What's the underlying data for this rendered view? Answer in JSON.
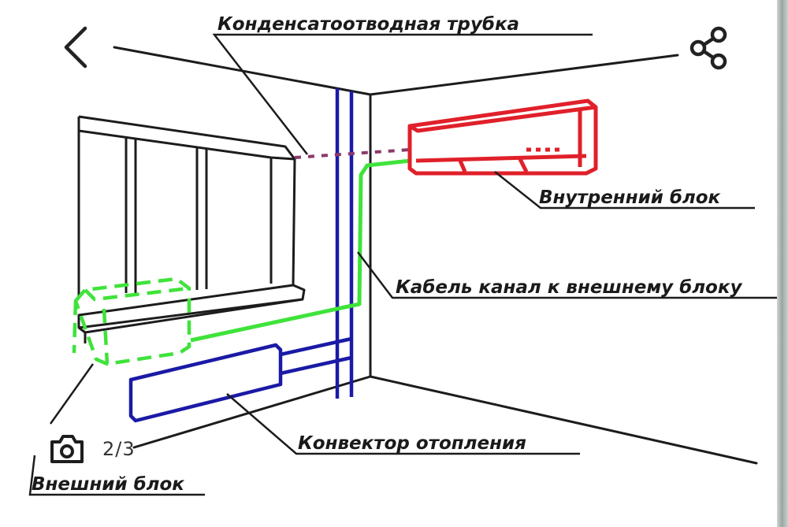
{
  "labels": {
    "drain_pipe": "Конденсатоотводная трубка",
    "indoor_unit": "Внутренний блок",
    "cable_channel": "Кабель канал к внешнему блоку",
    "convector": "Конвектор отопления",
    "outdoor_unit": "Внешний блок"
  },
  "viewer": {
    "counter": "2/3",
    "back_icon": "chevron-left-icon",
    "share_icon": "share-icon",
    "camera_icon": "camera-icon"
  },
  "colors": {
    "indoor_unit": "#e0202a",
    "cable_channel": "#3fe33a",
    "pipes_convector": "#1a1aa6",
    "drain_pipe": "#8a3a6a"
  }
}
